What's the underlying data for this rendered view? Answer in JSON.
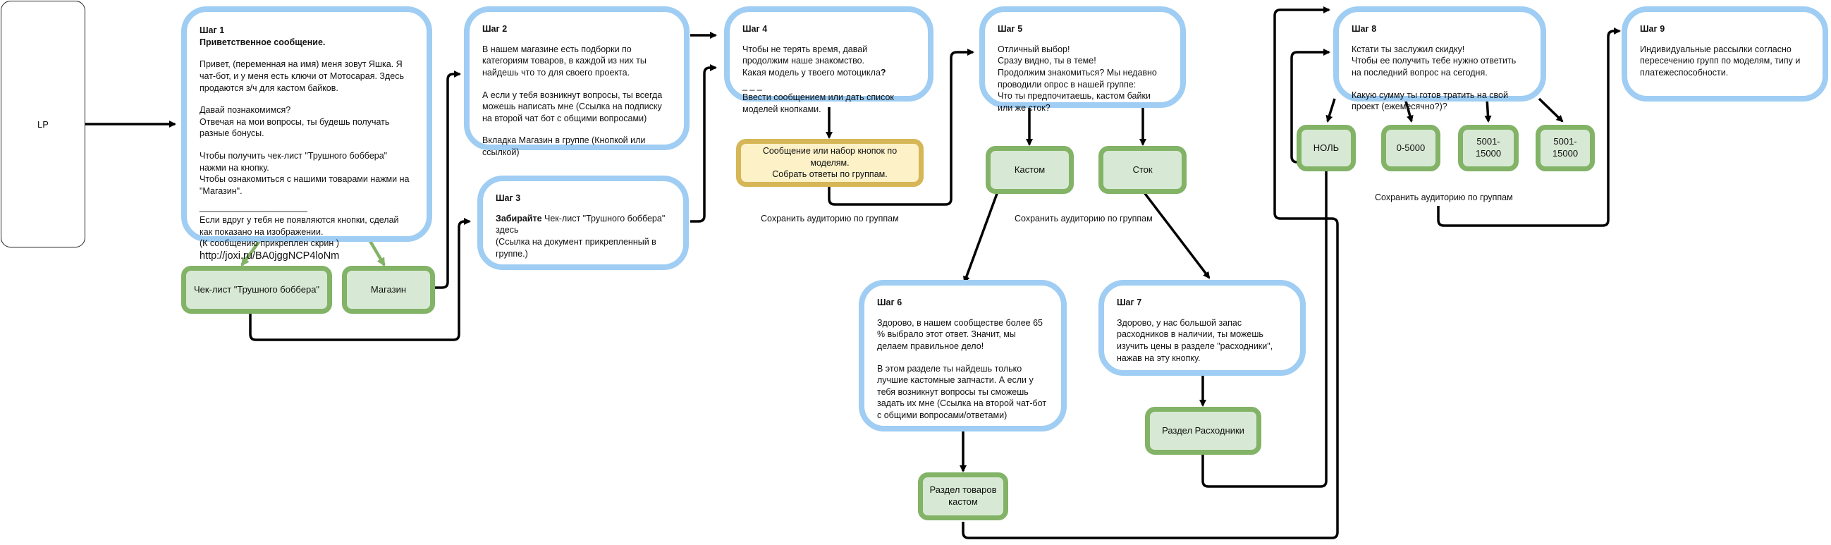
{
  "lp": "LP",
  "steps": {
    "s1": {
      "title": "Шаг 1",
      "subtitle": "Приветственное сообщение.",
      "p1": "Привет, (переменная на имя) меня зовут Яшка. Я чат-бот, и у меня есть ключи от Мотосарая. Здесь продаются з/ч для кастом байков.",
      "p2": "Давай познакомимся?\nОтвечая на мои вопросы, ты будешь получать разные бонусы.",
      "p3": "Чтобы получить чек-лист \"Трушного боббера\" нажми на кнопку.\nЧтобы ознакомиться с нашими товарами нажми на \"Магазин\".",
      "divider": "______________________",
      "p4": "Если вдруг у тебя не появляются кнопки, сделай как показано на изображении.\n(К сообщению прикреплен скрин )",
      "link": "http://joxi.ru/BA0jggNCP4loNm"
    },
    "s2": {
      "title": "Шаг 2",
      "p1": "В нашем магазине есть подборки по категориям товаров, в каждой из них ты найдешь что то для своего проекта.",
      "p2": "А если у тебя возникнут вопросы, ты всегда можешь написать мне (Ссылка на подписку на второй чат бот с общими вопросами)",
      "p3": "Вкладка Магазин в группе (Кнопкой или ссылкой)"
    },
    "s3": {
      "title": "Шаг 3",
      "bold": "Забирайте",
      "rest": " Чек-лист \"Трушного боббера\" здесь\n(Ссылка на документ прикрепленный в группе.)"
    },
    "s4": {
      "title": "Шаг 4",
      "p1a": "Чтобы не терять время, давай продолжим наше знакомство.\nКакая модель у твоего мотоцикла",
      "p1q": "?",
      "p2": "_ _ _\nВвести сообщением или дать список моделей кнопками."
    },
    "s5": {
      "title": "Шаг 5",
      "p1": "Отличный выбор!\nСразу видно, ты в теме!\nПродолжим знакомиться? Мы недавно проводили опрос в нашей группе:\nЧто ты предпочитаешь, кастом байки или же сток?"
    },
    "s6": {
      "title": "Шаг 6",
      "p1": "Здорово, в нашем сообществе более 65 % выбрало этот ответ. Значит, мы делаем правильное дело!",
      "p2": "В этом разделе ты найдешь только лучшие кастомные запчасти. А если у тебя возникнут вопросы ты сможешь задать их мне (Ссылка на второй чат-бот с общими вопросами/ответами)"
    },
    "s7": {
      "title": "Шаг 7",
      "p1": "Здорово, у нас большой запас расходников в наличии, ты можешь изучить цены в разделе \"расходники\", нажав на эту кнопку."
    },
    "s8": {
      "title": "Шаг 8",
      "p1": "Кстати ты заслужил скидку!\nЧтобы ее получить тебе нужно ответить на последний вопрос на сегодня.",
      "p2": "Какую сумму ты готов тратить на свой проект (ежемесячно?)?"
    },
    "s9": {
      "title": "Шаг 9",
      "p1": "Индивидуальные рассылки согласно пересечению групп по моделям, типу и платежеспособности."
    }
  },
  "buttons": {
    "checklist": "Чек-лист \"Трушного боббера\"",
    "shop": "Магазин",
    "custom": "Кастом",
    "stock": "Сток",
    "custom_parts": "Раздел товаров\nкастом",
    "consumables": "Раздел Расходники",
    "amount_zero": "НОЛЬ",
    "amount_1": "0-5000",
    "amount_2": "5001-15000",
    "amount_3": "5001-15000"
  },
  "note_models": "Сообщение или набор кнопок по моделям.\nСобрать ответы по группам.",
  "labels": {
    "save_models": "Сохранить аудиторию по группам",
    "save_type": "Сохранить аудиторию по группам",
    "save_amount": "Сохранить аудиторию по группам"
  },
  "colors": {
    "step_border": "#9fcdf3",
    "button_fill": "#d7e9d4",
    "button_border": "#82b366",
    "note_fill": "#fdf1c8",
    "note_border": "#d6b656",
    "connector": "#000000",
    "green_connector": "#82b366"
  }
}
